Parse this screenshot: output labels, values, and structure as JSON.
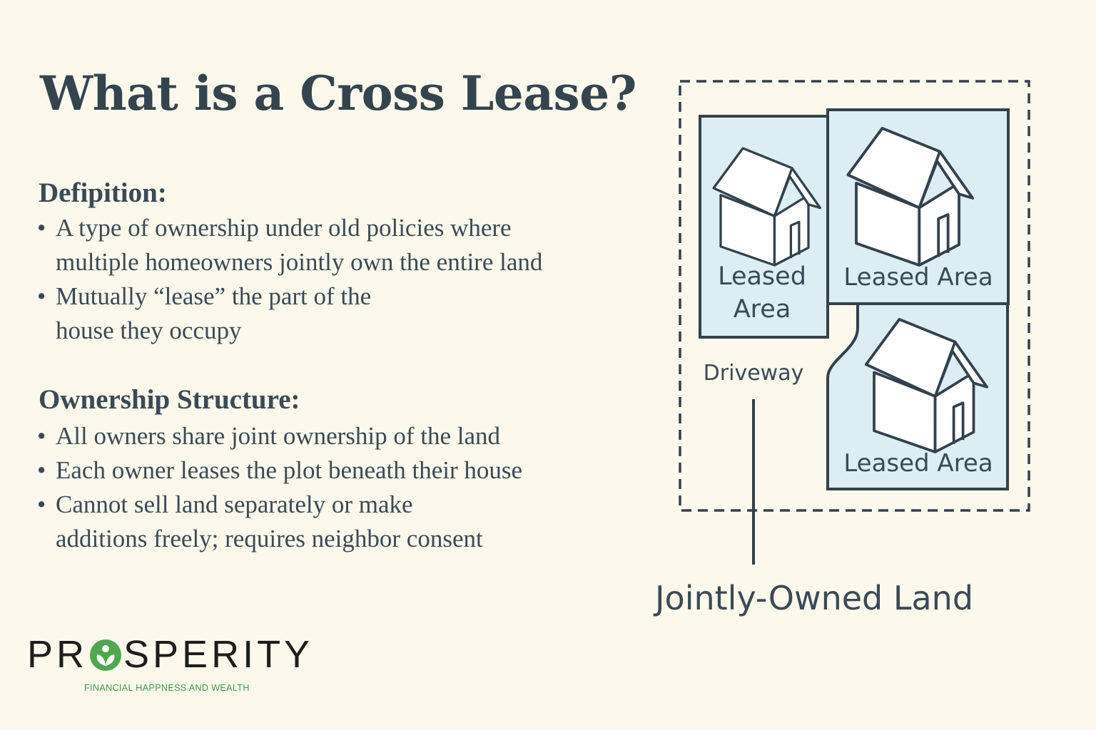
{
  "title": "What is a Cross Lease?",
  "definition": {
    "heading": "Defipition:",
    "bullets": [
      {
        "lines": [
          "A type of ownership under old policies where",
          "multiple homeowners jointly own the entire land"
        ]
      },
      {
        "lines": [
          "Mutually “lease” the part of the",
          "house they occupy"
        ]
      }
    ]
  },
  "ownership": {
    "heading": "Ownership Structure:",
    "bullets": [
      {
        "lines": [
          "All owners share joint ownership of the land"
        ]
      },
      {
        "lines": [
          "Each owner leases the plot beneath their house"
        ]
      },
      {
        "lines": [
          "Cannot sell land separately or make",
          "additions freely; requires neighbor consent"
        ]
      }
    ]
  },
  "diagram": {
    "leased_area_left": [
      "Leased",
      "Area"
    ],
    "leased_area_top_right": "Leased Area",
    "leased_area_bottom_right": "Leased Area",
    "driveway": "Driveway",
    "jointly_owned_land": "Jointly-Owned Land"
  },
  "logo": {
    "before_mark": "PR",
    "after_mark": "SPERITY",
    "tagline": "FINANCIAL HAPPNESS AND WEALTH"
  },
  "colors": {
    "background": "#fcf8ec",
    "text": "#3a4a56",
    "leased_fill": "#dcedf4",
    "outline": "#33414c",
    "logo_green": "#3d9a48"
  }
}
